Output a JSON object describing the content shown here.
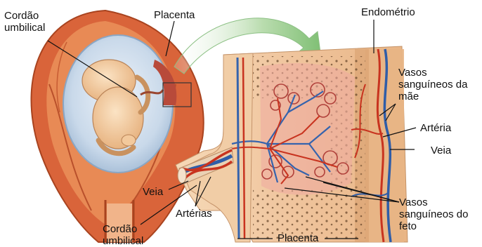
{
  "labels": {
    "umbilical_cord_top": [
      "Cordão",
      "umbilical"
    ],
    "placenta_top": "Placenta",
    "endometrium": "Endométrio",
    "maternal_vessels": [
      "Vasos",
      "sanguíneos da",
      "mãe"
    ],
    "artery": "Artéria",
    "vein_right": "Veia",
    "fetal_vessels": [
      "Vasos",
      "sanguíneos do",
      "feto"
    ],
    "vein_left": "Veia",
    "arteries": "Artérias",
    "umbilical_cord_bottom": [
      "Cordão",
      "umbilical"
    ],
    "placenta_bottom": "Placenta"
  },
  "colors": {
    "uterus_wall": "#c8552f",
    "uterus_outer": "#e07a3a",
    "amniotic_sac": "#c9d9ea",
    "fetus": "#f2c99a",
    "tissue": "#f0c9a0",
    "endometrium": "#e7b487",
    "artery": "#c8331f",
    "vein": "#2f5da8",
    "arrow": "#a9d39a"
  }
}
